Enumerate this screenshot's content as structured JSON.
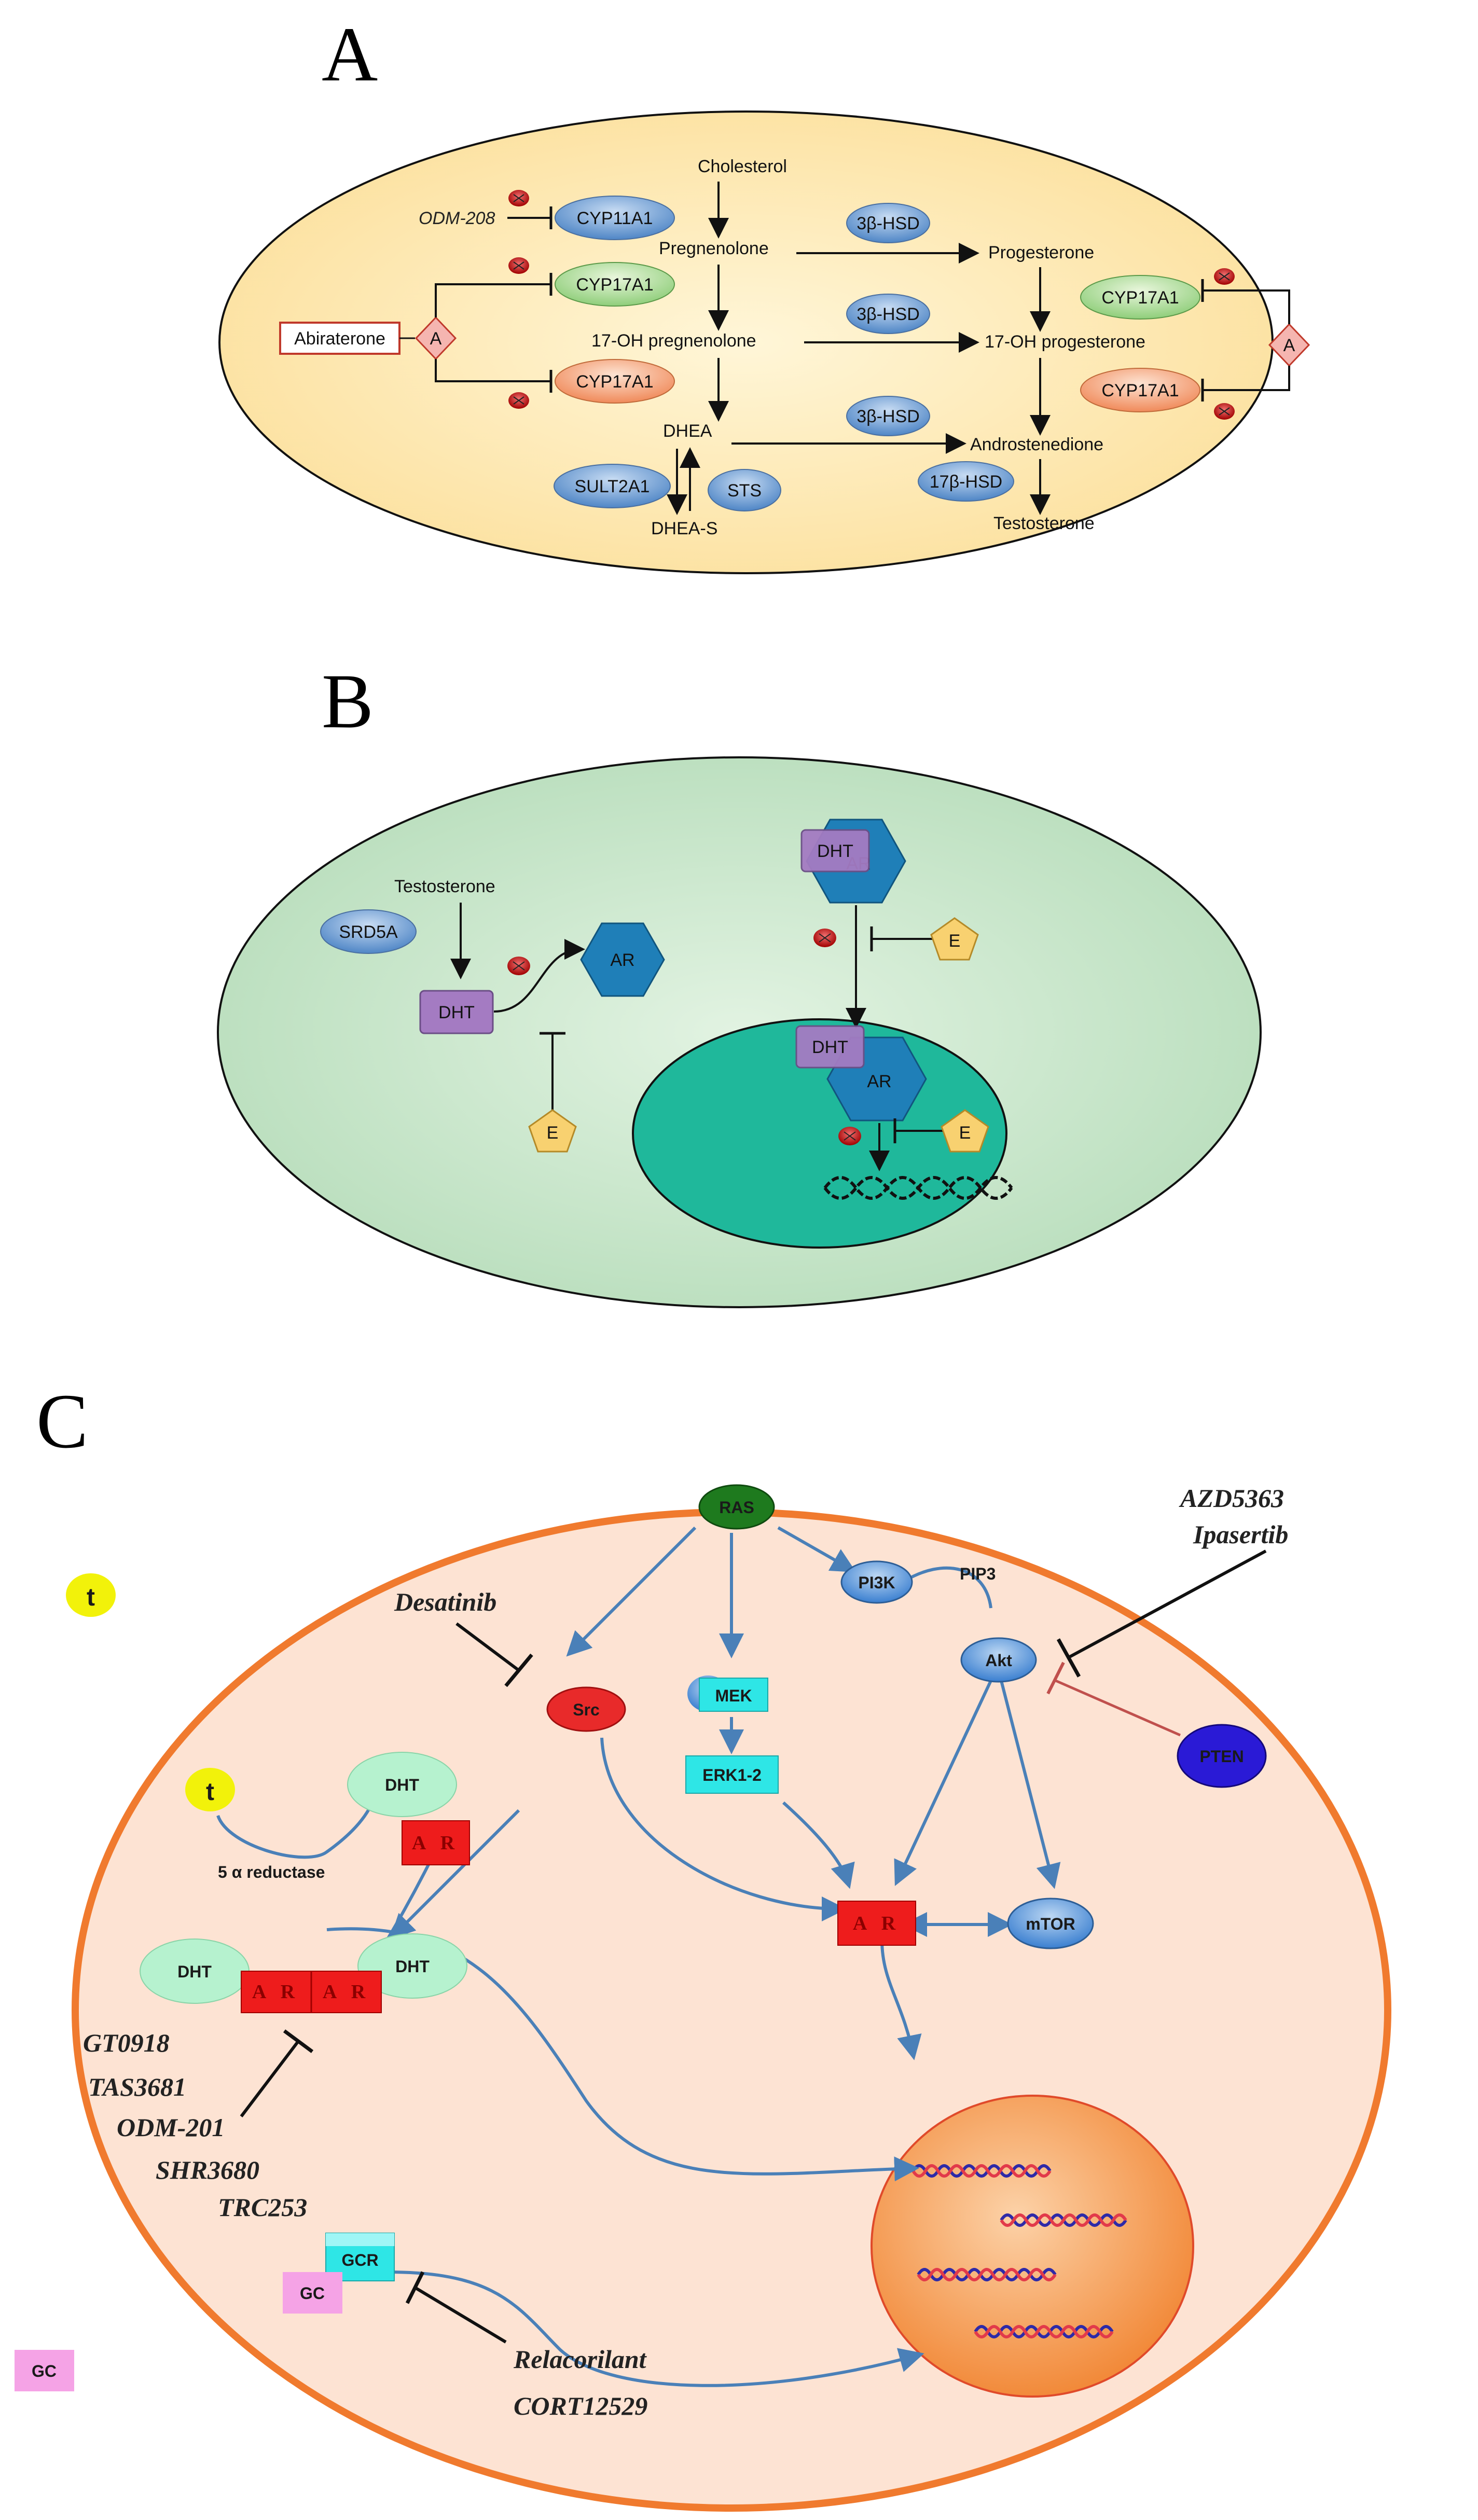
{
  "panels": {
    "A": {
      "letter": "A",
      "metabolites": {
        "cholesterol": "Cholesterol",
        "pregnenolone": "Pregnenolone",
        "oh17_preg": "17-OH pregnenolone",
        "dhea": "DHEA",
        "dhea_s": "DHEA-S",
        "progesterone": "Progesterone",
        "oh17_prog": "17-OH progesterone",
        "androstenedione": "Androstenedione",
        "testosterone": "Testosterone"
      },
      "enzymes": {
        "cyp11a1": "CYP11A1",
        "cyp17a1": "CYP17A1",
        "hsd3b": "3β-HSD",
        "hsd17b": "17β-HSD",
        "sult2a1": "SULT2A1",
        "sts": "STS"
      },
      "drugs": {
        "odm208": "ODM-208",
        "abiraterone": "Abiraterone",
        "a_symbol": "A"
      }
    },
    "B": {
      "letter": "B",
      "testosterone": "Testosterone",
      "srd5a": "SRD5A",
      "dht": "DHT",
      "ar": "AR",
      "e_symbol": "E"
    },
    "C": {
      "letter": "C",
      "nodes": {
        "ras": "RAS",
        "pi3k": "PI3K",
        "pip3": "PIP3",
        "akt": "Akt",
        "pten": "PTEN",
        "mek": "MEK",
        "erk": "ERK1-2",
        "src": "Src",
        "mtor": "mTOR",
        "dht": "DHT",
        "t": "t",
        "ar": "A R",
        "gcr": "GCR",
        "gc": "GC",
        "reductase": "5 α reductase"
      },
      "drugs": {
        "akt_inhibitor_1": "AZD5363",
        "akt_inhibitor_2": "Ipasertib",
        "src_inhibitor": "Desatinib",
        "ar_1": "GT0918",
        "ar_2": "TAS3681",
        "ar_3": "ODM-201",
        "ar_4": "SHR3680",
        "ar_5": "TRC253",
        "gcr_1": "Relacorilant",
        "gcr_2": "CORT12529"
      }
    }
  },
  "colors": {
    "cellA": "#fdedb7",
    "cellB": "#cfe9d3",
    "nucleusB": "#1eb89a",
    "cellC": "#fde3d3",
    "cellC_border": "#f07a2e",
    "nucleusC": "#f39a4e",
    "arrowC": "#4a80b8",
    "ar_red": "#ee1c1c",
    "teal_node": "#2ee6e6",
    "dht_green": "#b6f2cf",
    "yellow_t": "#f2f20a",
    "pten_blue": "#2a1ad6",
    "ras_green": "#1e7a1e",
    "gc_pink": "#f5a3e6"
  }
}
